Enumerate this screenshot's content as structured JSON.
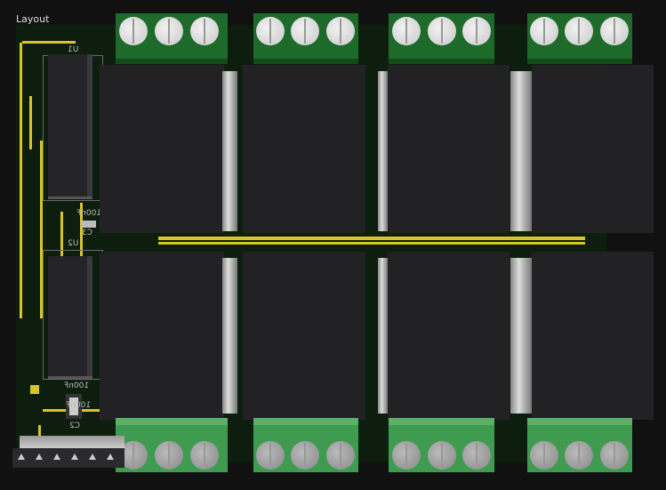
{
  "window": {
    "title": "Layout"
  },
  "silkscreen": {
    "u1": "U1",
    "c3_value": "100nF",
    "c3": "C3",
    "u2": "U2",
    "c1_value": "100nF",
    "c2_value": "100nF",
    "c2": "C2"
  },
  "colors": {
    "board": "#0d1e0f",
    "copper": "#d8c42a",
    "terminal": "#1e6a2a",
    "relay": "#222224"
  }
}
